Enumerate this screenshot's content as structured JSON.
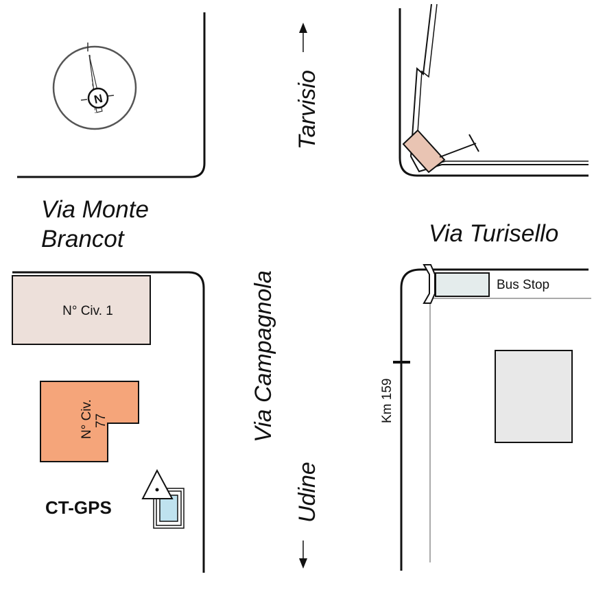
{
  "streets": {
    "north": "Tarvisio",
    "west_line1": "Via Monte",
    "west_line2": "Brancot",
    "main": "Via Campagnola",
    "east": "Via Turisello",
    "south": "Udine"
  },
  "labels": {
    "bus_stop": "Bus Stop",
    "km_marker": "Km 159",
    "station": "CT-GPS",
    "compass_n": "N"
  },
  "buildings": {
    "civ1": "N° Civ. 1",
    "civ77_line1": "N° Civ.",
    "civ77_line2": "77"
  },
  "colors": {
    "building_light": "#ede0da",
    "building_target": "#f5a57a",
    "building_corner": "#e9c4b3",
    "building_grey": "#e8e8e8",
    "bus_stop_fill": "#e4ecec",
    "station_fill": "#bfe2ef",
    "line": "#111111"
  },
  "icons": [
    "compass-icon",
    "triangle-benchmark-icon",
    "gps-station-icon",
    "arrow-up-icon",
    "arrow-down-icon"
  ]
}
